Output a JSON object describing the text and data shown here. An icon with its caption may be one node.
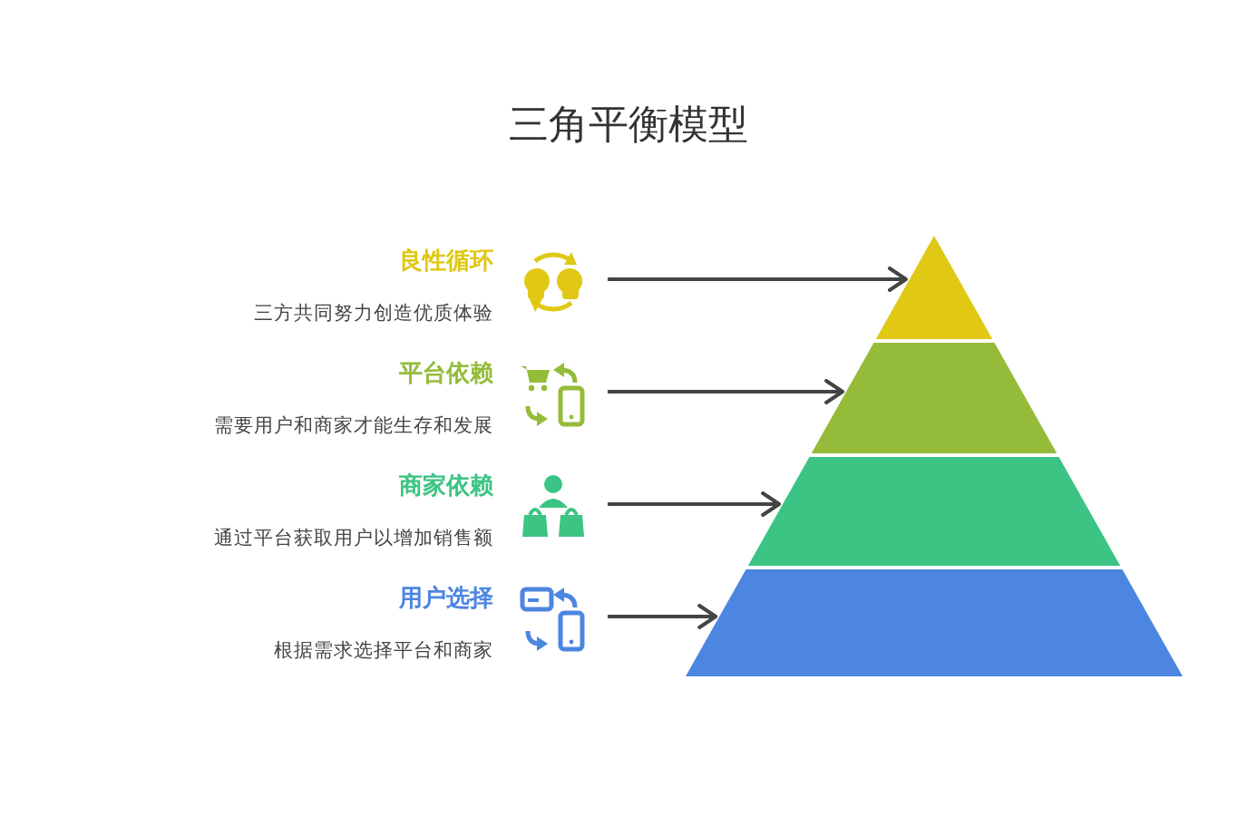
{
  "diagram": {
    "title": "三角平衡模型",
    "nodes": [
      {
        "text": [
          "良性循环",
          "三方共同努力创造优质体验"
        ]
      },
      {
        "text": [
          "平台依赖",
          "需要用户和商家才能生存和发展"
        ]
      },
      {
        "text": [
          "商家依赖",
          "通过平台获取用户以增加销售额"
        ]
      },
      {
        "text": [
          "用户选择",
          "根据需求选择平台和商家"
        ]
      },
      {
        "text": [],
        "shape": "triangle"
      },
      {
        "text": [],
        "shape": "trapezoid"
      },
      {
        "text": [],
        "shape": "trapezoid"
      },
      {
        "text": [],
        "shape": "trapezoid"
      }
    ],
    "edges": [
      {
        "from": 0,
        "to": 4,
        "arrow": "to"
      },
      {
        "from": 1,
        "to": 5,
        "arrow": "to"
      },
      {
        "from": 2,
        "to": 6,
        "arrow": "to"
      },
      {
        "from": 3,
        "to": 7,
        "arrow": "to"
      }
    ]
  }
}
